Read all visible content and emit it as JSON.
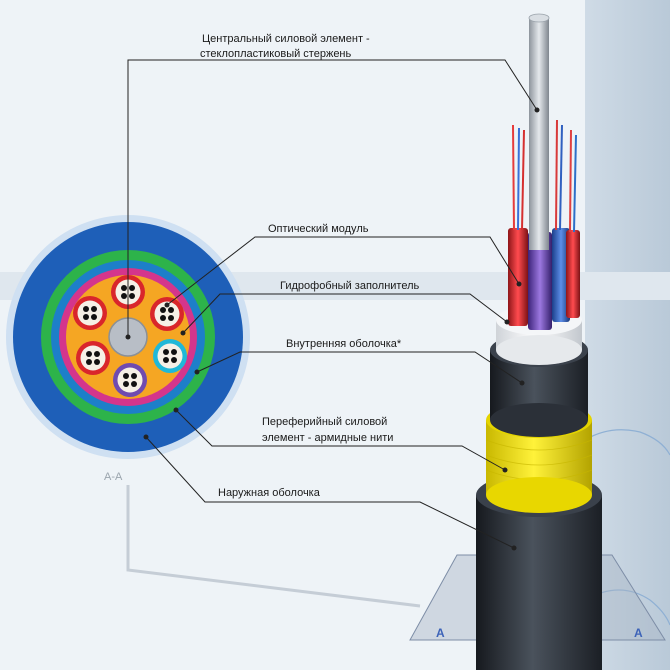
{
  "labels": {
    "central_line1": "Центральный силовой элемент -",
    "central_line2": "стеклопластиковый стержень",
    "optical_module": "Оптический модуль",
    "hydrophobic_filler": "Гидрофобный заполнитель",
    "inner_sheath": "Внутренняя оболочка*",
    "peripheral_line1": "Переферийный силовой",
    "peripheral_line2": "элемент - армидные нити",
    "outer_sheath": "Наружная оболочка"
  },
  "section_mark": "A-A",
  "plane_letter_left": "A",
  "plane_letter_right": "A",
  "colors": {
    "outer_jacket": "#1e5fb8",
    "armor_ring": "#2db34a",
    "inner_sheath_ring": "#d4358c",
    "filler": "#f5a623",
    "central_rod": "#b8bec6",
    "yellow_layer": "#f0e020",
    "sheath_dark": "#2b3038",
    "background": "#eef3f7"
  },
  "modules": [
    {
      "name": "module-red-1",
      "color": "#d9262b"
    },
    {
      "name": "module-red-2",
      "color": "#d9262b"
    },
    {
      "name": "module-red-3",
      "color": "#d9262b"
    },
    {
      "name": "module-cyan",
      "color": "#20b8d8"
    },
    {
      "name": "module-violet",
      "color": "#6f4bb0"
    },
    {
      "name": "module-red-4",
      "color": "#d9262b"
    }
  ]
}
